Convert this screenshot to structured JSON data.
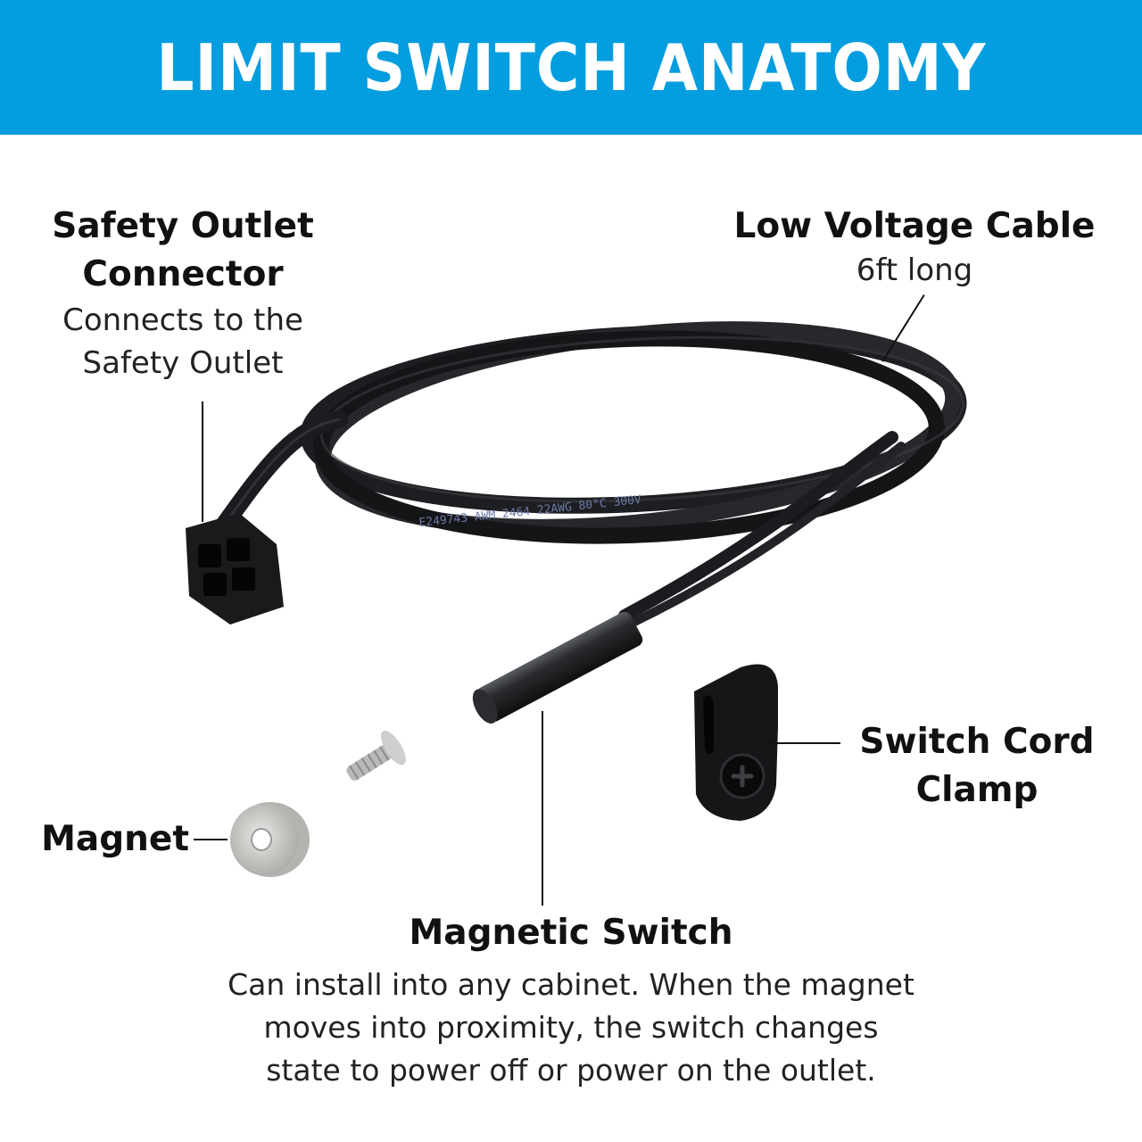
{
  "header": {
    "title": "LIMIT SWITCH ANATOMY",
    "background_color": "#049ddf",
    "text_color": "#ffffff"
  },
  "callouts": {
    "connector": {
      "title_line1": "Safety Outlet",
      "title_line2": "Connector",
      "desc_line1": "Connects to the",
      "desc_line2": "Safety Outlet"
    },
    "cable": {
      "title": "Low Voltage Cable",
      "desc": "6ft long"
    },
    "clamp": {
      "title_line1": "Switch Cord",
      "title_line2": "Clamp"
    },
    "magnet": {
      "title": "Magnet"
    },
    "switch": {
      "title": "Magnetic Switch",
      "desc_line1": "Can install into any cabinet. When the magnet",
      "desc_line2": "moves into proximity, the switch changes",
      "desc_line3": "state to power off or power on the outlet."
    }
  },
  "cable_printing": [
    "AWM 2464 22AWG 80°C 300V",
    "E249743"
  ],
  "icons": [
    "connector-image",
    "cable-coil-image",
    "magnetic-switch-image",
    "screw-image",
    "magnet-image",
    "cord-clamp-image"
  ]
}
